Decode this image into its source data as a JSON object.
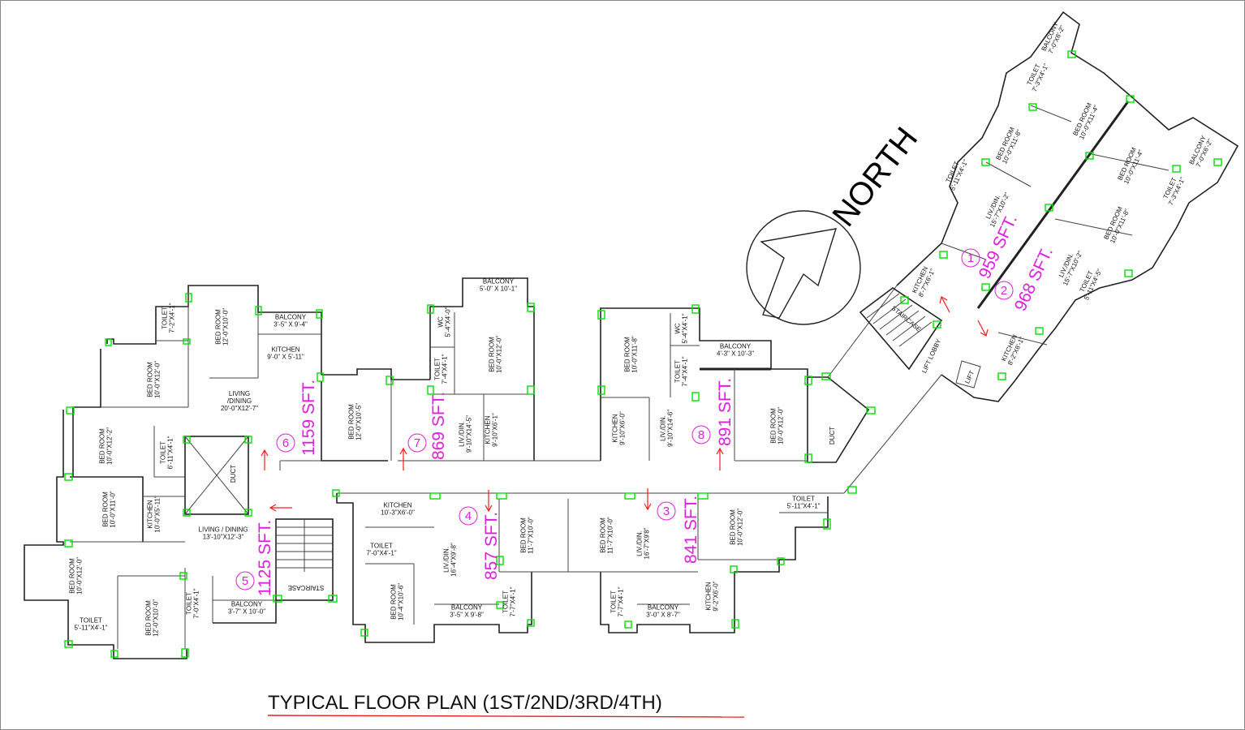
{
  "north_label": "NORTH",
  "title": "TYPICAL FLOOR PLAN (1ST/2ND/3RD/4TH)",
  "colors": {
    "unit_label": "#e01ee0",
    "pillar": "#00e000",
    "arrow": "#ff1a1a",
    "title_underline": "#e02020"
  },
  "units": [
    {
      "no": "1",
      "area": "959 SFT."
    },
    {
      "no": "2",
      "area": "968 SFT."
    },
    {
      "no": "3",
      "area": "841 SFT."
    },
    {
      "no": "4",
      "area": "857 SFT."
    },
    {
      "no": "5",
      "area": "1125 SFT."
    },
    {
      "no": "6",
      "area": "1159 SFT."
    },
    {
      "no": "7",
      "area": "869 SFT."
    },
    {
      "no": "8",
      "area": "891 SFT."
    }
  ],
  "rooms": {
    "u6_toilet": [
      "TOILET",
      "7'-2\"X4'-1\""
    ],
    "u6_bed1": [
      "BED ROOM",
      "12'-0\"X10'-0\""
    ],
    "u6_balcony": [
      "BALCONY",
      "3'-5\" X 9'-4\""
    ],
    "u6_kitchen": [
      "KITCHEN",
      "9'-0\" X 5'-11\""
    ],
    "u6_bed2": [
      "BED ROOM",
      "10'-0\"X12'-0\""
    ],
    "u6_living": [
      "LIVING",
      "/DINING",
      "20'-0\"X12'-7\""
    ],
    "u6_bed3": [
      "BED ROOM",
      "12'-0\"X10'-5\""
    ],
    "u5_bed1": [
      "BED ROOM",
      "10'-0\"X12'-2\""
    ],
    "u5_toilet1": [
      "TOILET",
      "6'-11\"X4'-1\""
    ],
    "duct1": [
      "DUCT"
    ],
    "u5_bed2": [
      "BED ROOM",
      "10'-0\"X11'-0\""
    ],
    "u5_kitchen": [
      "KITCHEN",
      "10'-0\"X5'-11\""
    ],
    "u5_living": [
      "LIVING / DINING",
      "13'-10\"X12'-3\""
    ],
    "u5_bed3": [
      "BED ROOM",
      "10'-0\"X12'-0\""
    ],
    "u5_bed4": [
      "BED ROOM",
      "12'-0\"X10'-0\""
    ],
    "u5_toilet2": [
      "TOILET",
      "7'-0\"X4'-1\""
    ],
    "u5_balcony": [
      "BALCONY",
      "3'-7\" X 10'-0\""
    ],
    "u5_toilet3": [
      "TOILET",
      "5'-11\"X4'-1\""
    ],
    "staircase1": [
      "STAIRCASE"
    ],
    "u7_balcony": [
      "BALCONY",
      "5'-0\" X 10'-1\""
    ],
    "u7_wc": [
      "WC",
      "5'-4\"X4'-0\""
    ],
    "u7_toilet": [
      "TOILET",
      "7'-4\"X4'-1\""
    ],
    "u7_bed": [
      "BED ROOM",
      "10'-0\"X12'-0\""
    ],
    "u7_living": [
      "LIV./DIN.",
      "9'-10\"X14'-5\""
    ],
    "u7_kitchen": [
      "KITCHEN",
      "9'-10\"X6'-1\""
    ],
    "u8_bed1": [
      "BED ROOM",
      "10'-0\"X11'-8\""
    ],
    "u8_wc": [
      "WC",
      "5'-4\"X4'-1\""
    ],
    "u8_toilet": [
      "TOILET",
      "7'-4\"X4'-1\""
    ],
    "u8_balcony": [
      "BALCONY",
      "4'-3\" X 10'-3\""
    ],
    "u8_kitchen": [
      "KITCHEN",
      "9'-10\"X6'-0\""
    ],
    "u8_living": [
      "LIV./DIN.",
      "9'-10\"X14'-6\""
    ],
    "u8_bed2": [
      "BED ROOM",
      "10'-0\"X12'-0\""
    ],
    "duct2": [
      "DUCT"
    ],
    "u4_kitchen": [
      "KITCHEN",
      "10'-3\"X6'-0\""
    ],
    "u4_toilet1": [
      "TOILET",
      "7'-0\"X4'-1\""
    ],
    "u4_living": [
      "LIV./DIN.",
      "16'-4\"X9'-8\""
    ],
    "u4_bed1": [
      "BED ROOM",
      "11'-7\"X10'-0\""
    ],
    "u4_bed2": [
      "BED ROOM",
      "10'-4\"X10'-6\""
    ],
    "u4_balcony": [
      "BALCONY",
      "3'-5\" X 9'-8\""
    ],
    "u4_toilet2": [
      "TOILET",
      "7'-7\"X4'-1\""
    ],
    "u3_bed1": [
      "BED ROOM",
      "11'-7\"X10'-0\""
    ],
    "u3_living": [
      "LIV./DIN.",
      "16'-7\"X9'8\""
    ],
    "u3_bed2": [
      "BED ROOM",
      "10'-0\"X12'-0\""
    ],
    "u3_toilet1": [
      "TOILET",
      "5'-11\"X4'-1\""
    ],
    "u3_toilet2": [
      "TOILET",
      "7'-7\"X4'-1\""
    ],
    "u3_balcony": [
      "BALCONY",
      "3'-0\" X 8'-7\""
    ],
    "u3_kitchen": [
      "KITCHEN",
      "9'-2\"X6'-0\""
    ],
    "u1_balcony": [
      "BALCONY",
      "7'-0\"X6'-2\""
    ],
    "u1_toilet1": [
      "TOILET",
      "7'-3\"X4'-1\""
    ],
    "u1_bed1": [
      "BED ROOM",
      "10'-0\"X11'-4\""
    ],
    "u1_bed2": [
      "BED ROOM",
      "10'-0\"X11'-8\""
    ],
    "u1_toilet2": [
      "TOILET",
      "5'-11\"X4'-1\""
    ],
    "u1_living": [
      "LIV./DIN.",
      "15'-7\"X10'-2\""
    ],
    "u1_kitchen": [
      "KITCHEN",
      "8'-7\"X6'-1\""
    ],
    "u2_balcony": [
      "BALCONY",
      "7'-0\"X6'-2\""
    ],
    "u2_toilet1": [
      "TOILET",
      "7'-3\"X4'-1\""
    ],
    "u2_bed1": [
      "BED ROOM",
      "10'-0\"X11'-4\""
    ],
    "u2_bed2": [
      "BED ROOM",
      "10'-0\"X11'-8\""
    ],
    "u2_living": [
      "LIV./DIN.",
      "15'-7\"X10'-2\""
    ],
    "u2_toilet2": [
      "TOILET",
      "5'-11\"X4'-5\""
    ],
    "u2_kitchen": [
      "KITCHEN",
      "8'-2\"X6'-1\""
    ],
    "staircase2": [
      "STAIRCASE"
    ],
    "lift_lobby": [
      "LIFT LOBBY"
    ],
    "lift": [
      "LIFT"
    ]
  }
}
